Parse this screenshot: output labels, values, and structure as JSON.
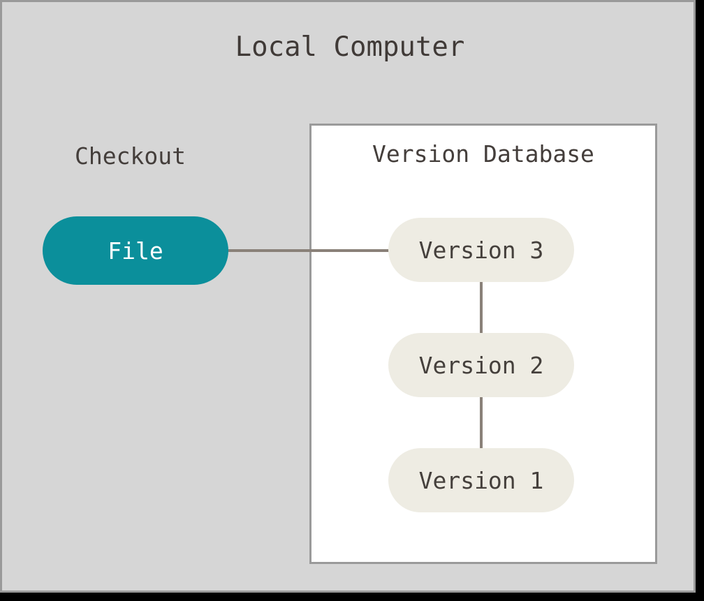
{
  "diagram": {
    "title": "Local Computer",
    "background_color": "#d6d6d6",
    "border_color": "#9a9a9a",
    "connector_color": "#8a8179"
  },
  "checkout": {
    "label": "Checkout",
    "file_node": {
      "label": "File",
      "fill_color": "#0b8f9b",
      "text_color": "#ffffff"
    }
  },
  "version_database": {
    "title": "Version Database",
    "fill_color": "#ffffff",
    "node_fill_color": "#eeece3",
    "node_text_color": "#45403c",
    "versions": [
      {
        "label": "Version 3"
      },
      {
        "label": "Version 2"
      },
      {
        "label": "Version 1"
      }
    ]
  },
  "connections": [
    {
      "from": "File",
      "to": "Version 3",
      "orientation": "horizontal"
    },
    {
      "from": "Version 3",
      "to": "Version 2",
      "orientation": "vertical"
    },
    {
      "from": "Version 2",
      "to": "Version 1",
      "orientation": "vertical"
    }
  ]
}
